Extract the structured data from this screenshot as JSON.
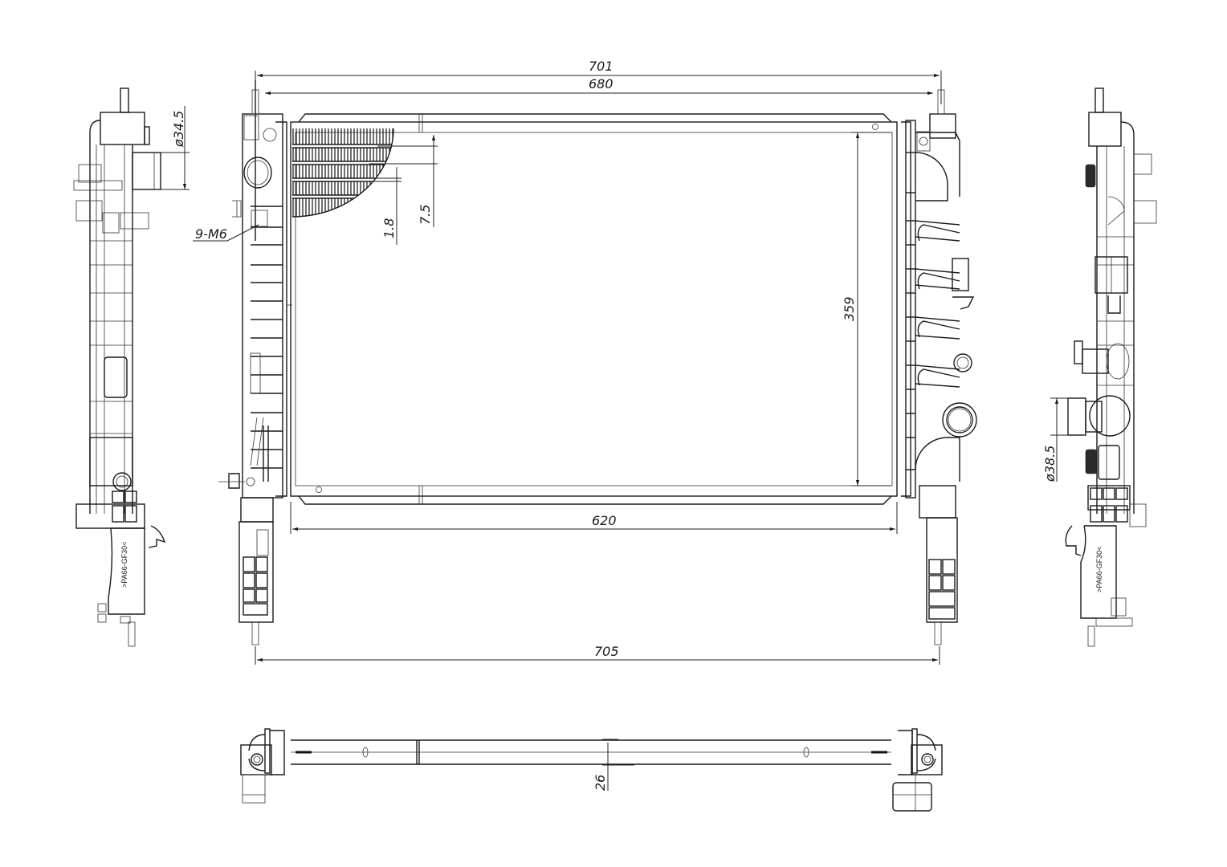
{
  "drawing": {
    "subject": "Radiator technical drawing",
    "views": [
      "left side view",
      "front view",
      "right side view",
      "top view"
    ]
  },
  "dimensions": {
    "overall_top": "701",
    "core_width_top": "680",
    "core_height": "359",
    "core_width_bottom": "620",
    "overall_bottom": "705",
    "fin_pitch": "7.5",
    "tube_thickness": "1.8",
    "core_depth": "26",
    "inlet_diameter": "ø34.5",
    "outlet_diameter": "ø38.5",
    "mounting_thread": "9-M6"
  },
  "material_marks": {
    "left_tank": ">PA66-GF30<",
    "right_tank": ">PA66-GF30<"
  }
}
